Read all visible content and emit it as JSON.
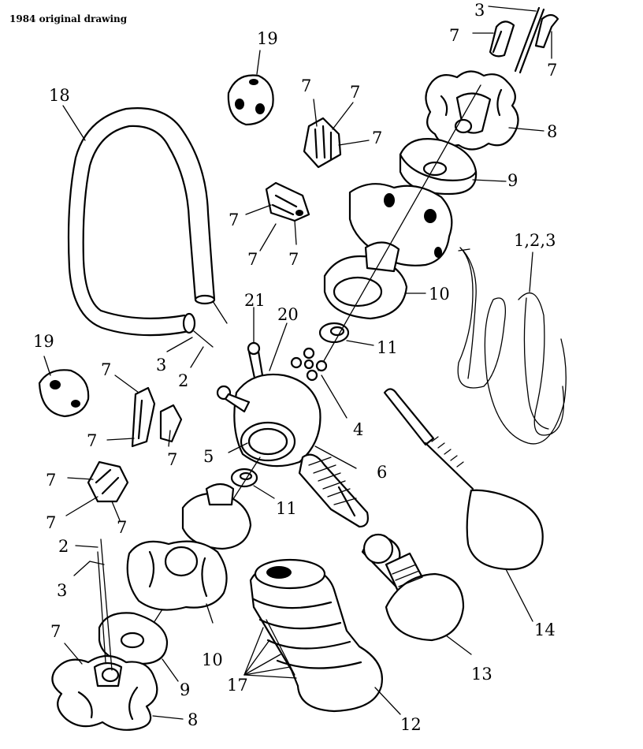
{
  "caption": "1984 original drawing",
  "callouts": {
    "c3_top": "3",
    "c7_top_left": "7",
    "c7_top_right": "7",
    "c8_top": "8",
    "c9_top": "9",
    "c10_top": "10",
    "c19_top": "19",
    "c18": "18",
    "c7_a1": "7",
    "c7_a2": "7",
    "c7_a3": "7",
    "c7_b1": "7",
    "c7_b2": "7",
    "c7_b3": "7",
    "c21": "21",
    "c20": "20",
    "c3_hose": "3",
    "c2_hose": "2",
    "c11_top": "11",
    "c4": "4",
    "c5": "5",
    "c6": "6",
    "c11_bottom": "11",
    "c19_left": "19",
    "c7_c1": "7",
    "c7_c2": "7",
    "c7_c3": "7",
    "c7_d1": "7",
    "c7_d2": "7",
    "c7_d3": "7",
    "c2_bottom": "2",
    "c3_bottom": "3",
    "c7_bottom": "7",
    "c9_bottom": "9",
    "c8_bottom": "8",
    "c10_bottom": "10",
    "c17": "17",
    "c12": "12",
    "c13": "13",
    "c14": "14",
    "c123": "1,2,3"
  }
}
